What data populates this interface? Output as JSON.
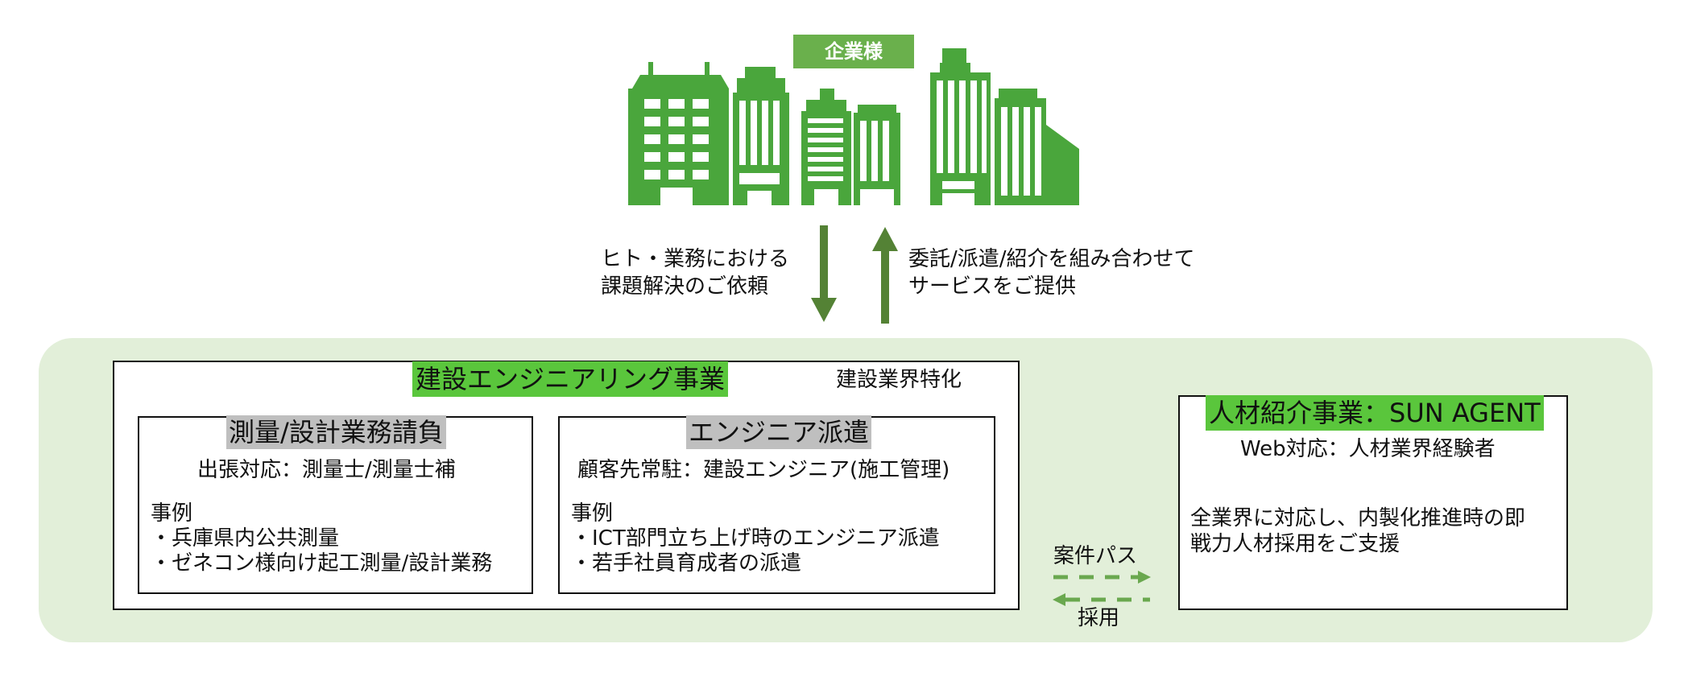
{
  "client": {
    "label": "企業様",
    "icon": "office-buildings-icon",
    "color": "#4aa63c"
  },
  "flows": {
    "request_text": "ヒト・業務における\n課題解決のご依頼",
    "service_text": "委託/派遣/紹介を組み合わせて\nサービスをご提供"
  },
  "engineering": {
    "title": "建設エンジニアリング事業",
    "specialty": "建設業界特化",
    "survey": {
      "title": "測量/設計業務請負",
      "desc": "出張対応：測量士/測量士補",
      "examples_label": "事例",
      "examples": [
        "・兵庫県内公共測量",
        "・ゼネコン様向け起工測量/設計業務"
      ]
    },
    "dispatch": {
      "title": "エンジニア派遣",
      "desc": "顧客先常駐：建設エンジニア(施工管理)",
      "examples_label": "事例",
      "examples": [
        "・ICT部門立ち上げ時のエンジニア派遣",
        "・若手社員育成者の派遣"
      ]
    }
  },
  "links": {
    "to_agent": "案件パス",
    "to_engineering": "採用"
  },
  "agent": {
    "title": "人材紹介事業：SUN AGENT",
    "web": "Web対応：人材業界経験者",
    "desc": "全業界に対応し、内製化推進時の即\n戦力人材採用をご支援"
  },
  "colors": {
    "accent_green": "#5ac63c",
    "band_green": "#e2efd9",
    "arrow_green": "#548235",
    "label_gray": "#bfbfbf"
  }
}
